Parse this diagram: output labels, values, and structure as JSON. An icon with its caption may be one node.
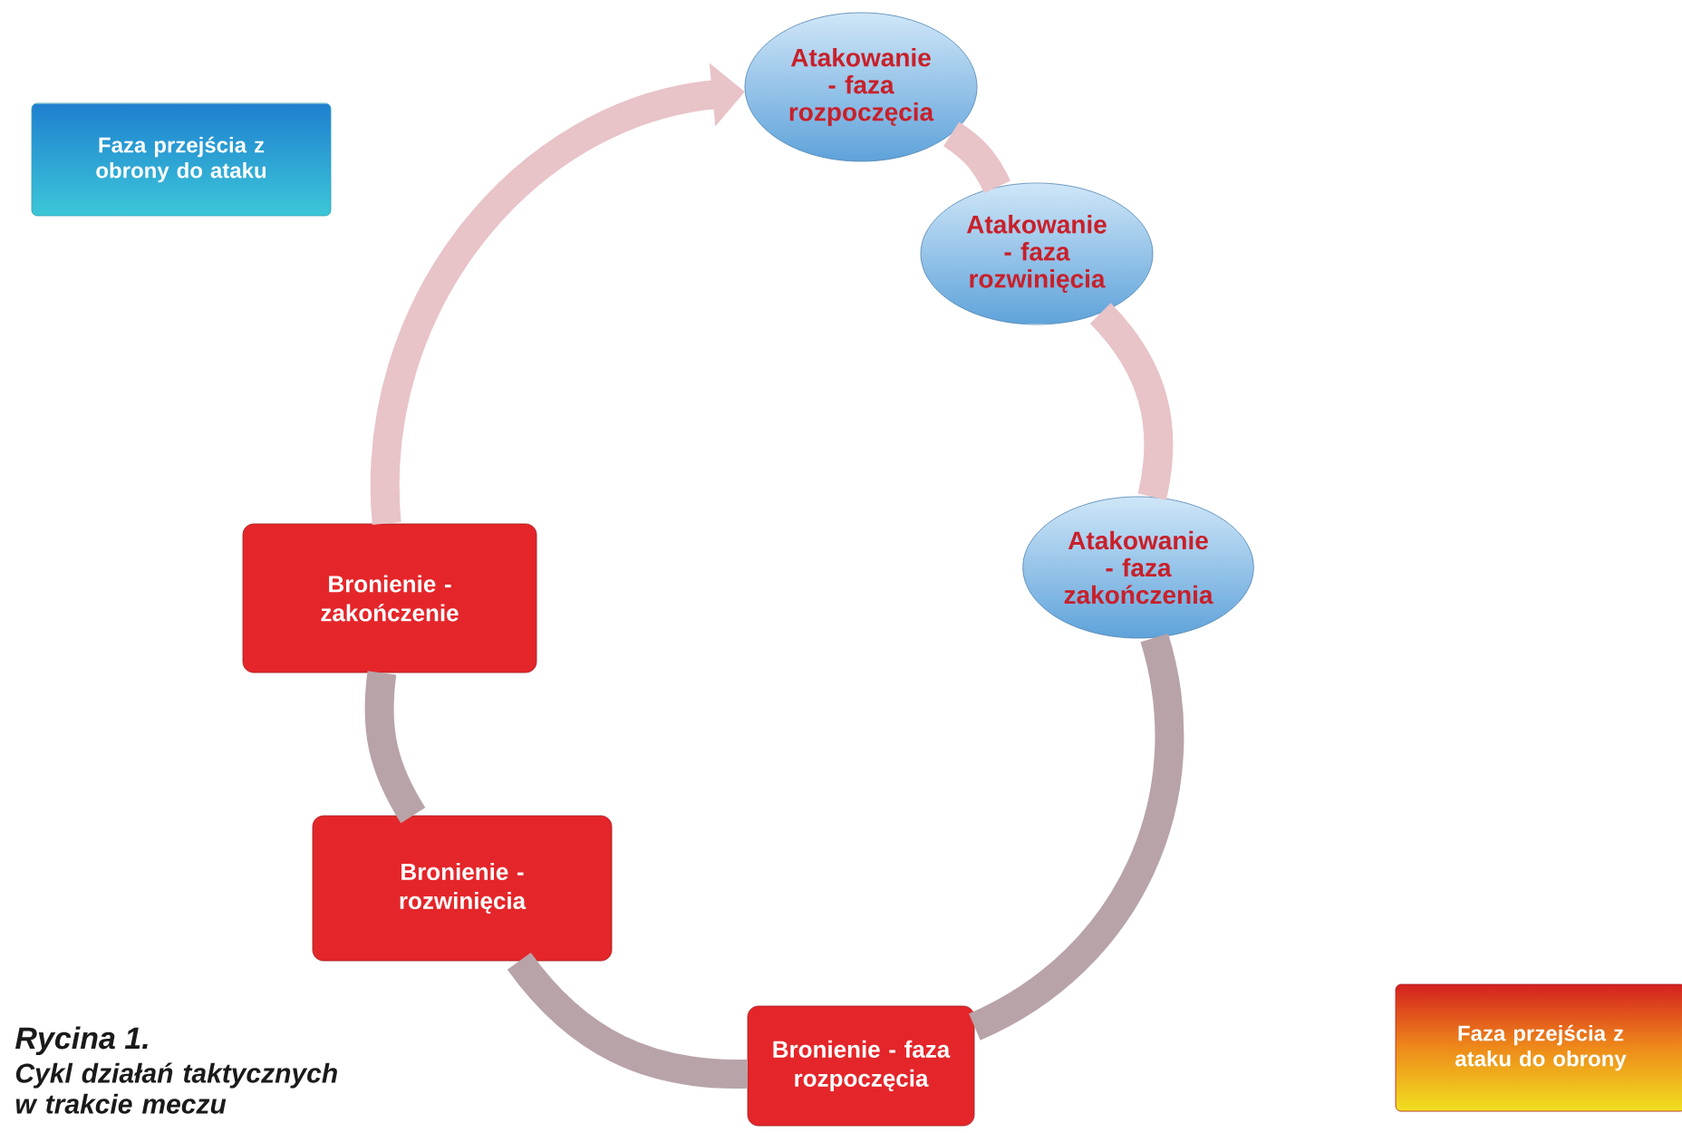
{
  "diagram": {
    "title": "Rycina 1.",
    "caption": "Cykl działań taktycznych w trakcie meczu",
    "nodes": [
      {
        "text": [
          "Faza przejścia z obrony do ataku"
        ]
      },
      {
        "text": [
          "Atakowanie - faza rozpoczęcia"
        ]
      },
      {
        "text": [
          "Atakowanie - faza rozwinięcia"
        ]
      },
      {
        "text": [
          "Atakowanie - faza zakończenia"
        ]
      },
      {
        "text": [
          "Bronienie - faza rozpoczęcia"
        ]
      },
      {
        "text": [
          "Bronienie - rozwinięcia"
        ]
      },
      {
        "text": [
          "Bronienie - zakończenie"
        ]
      },
      {
        "text": [
          "Faza przejścia z ataku do obrony"
        ]
      }
    ],
    "edges": [
      {
        "from": 1,
        "to": 2,
        "arrow": "none"
      },
      {
        "from": 2,
        "to": 3,
        "arrow": "none"
      },
      {
        "from": 3,
        "to": 4,
        "arrow": "none",
        "color": "#b8a3a8"
      },
      {
        "from": 4,
        "to": 5,
        "arrow": "none",
        "color": "#b8a3a8"
      },
      {
        "from": 5,
        "to": 6,
        "arrow": "none",
        "color": "#b8a3a8"
      },
      {
        "from": 6,
        "to": 1,
        "arrow": "to"
      }
    ]
  }
}
